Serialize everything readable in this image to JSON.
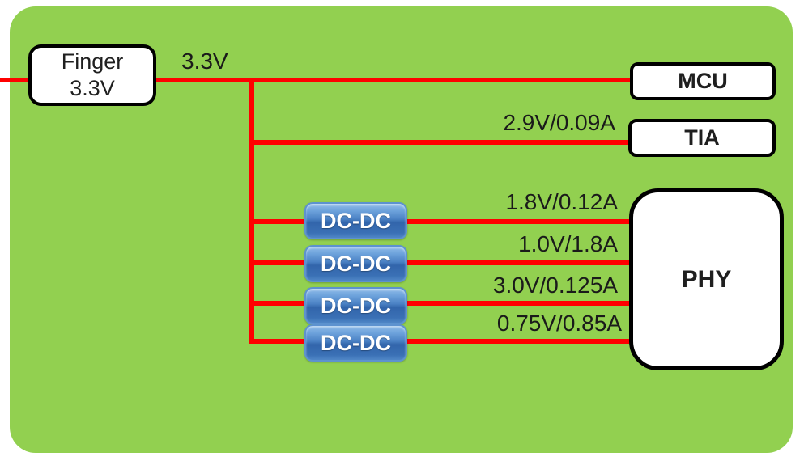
{
  "diagram": {
    "colors": {
      "background": "#92D050",
      "wire": "#FF0000",
      "converter_blue": "#4a81c4",
      "box_border": "#000000"
    },
    "source_box": {
      "line1": "Finger",
      "line2": "3.3V"
    },
    "main_rail_label": "3.3V",
    "nodes": {
      "mcu_label": "MCU",
      "tia_label": "TIA",
      "phy_label": "PHY"
    },
    "tia_rail_label": "2.9V/0.09A",
    "converters": [
      {
        "label": "DC-DC",
        "output_label": "1.8V/0.12A"
      },
      {
        "label": "DC-DC",
        "output_label": "1.0V/1.8A"
      },
      {
        "label": "DC-DC",
        "output_label": "3.0V/0.125A"
      },
      {
        "label": "DC-DC",
        "output_label": "0.75V/0.85A"
      }
    ]
  }
}
